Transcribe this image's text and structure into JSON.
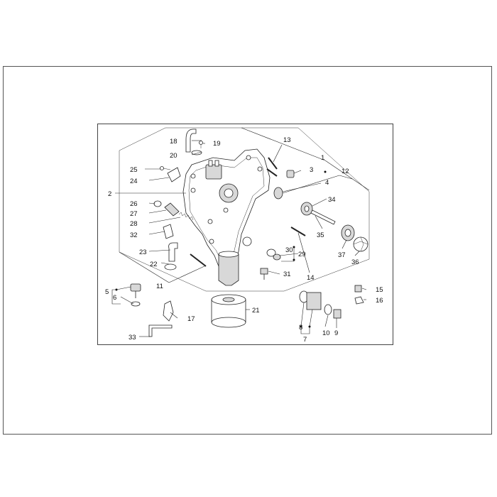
{
  "labels": {
    "l1": "1",
    "l2": "2",
    "l3": "3",
    "l4": "4",
    "l5": "5",
    "l6": "6",
    "l7": "7",
    "l8": "8",
    "l9": "9",
    "l10": "10",
    "l11": "11",
    "l12": "12",
    "l13": "13",
    "l14": "14",
    "l15": "15",
    "l16": "16",
    "l17": "17",
    "l18": "18",
    "l19": "19",
    "l20": "20",
    "l21": "21",
    "l22": "22",
    "l23": "23",
    "l24": "24",
    "l25": "25",
    "l26": "26",
    "l27": "27",
    "l28": "28",
    "l29": "29",
    "l30": "30",
    "l31": "31",
    "l32": "32",
    "l33": "33",
    "l34": "34",
    "l35": "35",
    "l36": "36",
    "l37": "37"
  }
}
